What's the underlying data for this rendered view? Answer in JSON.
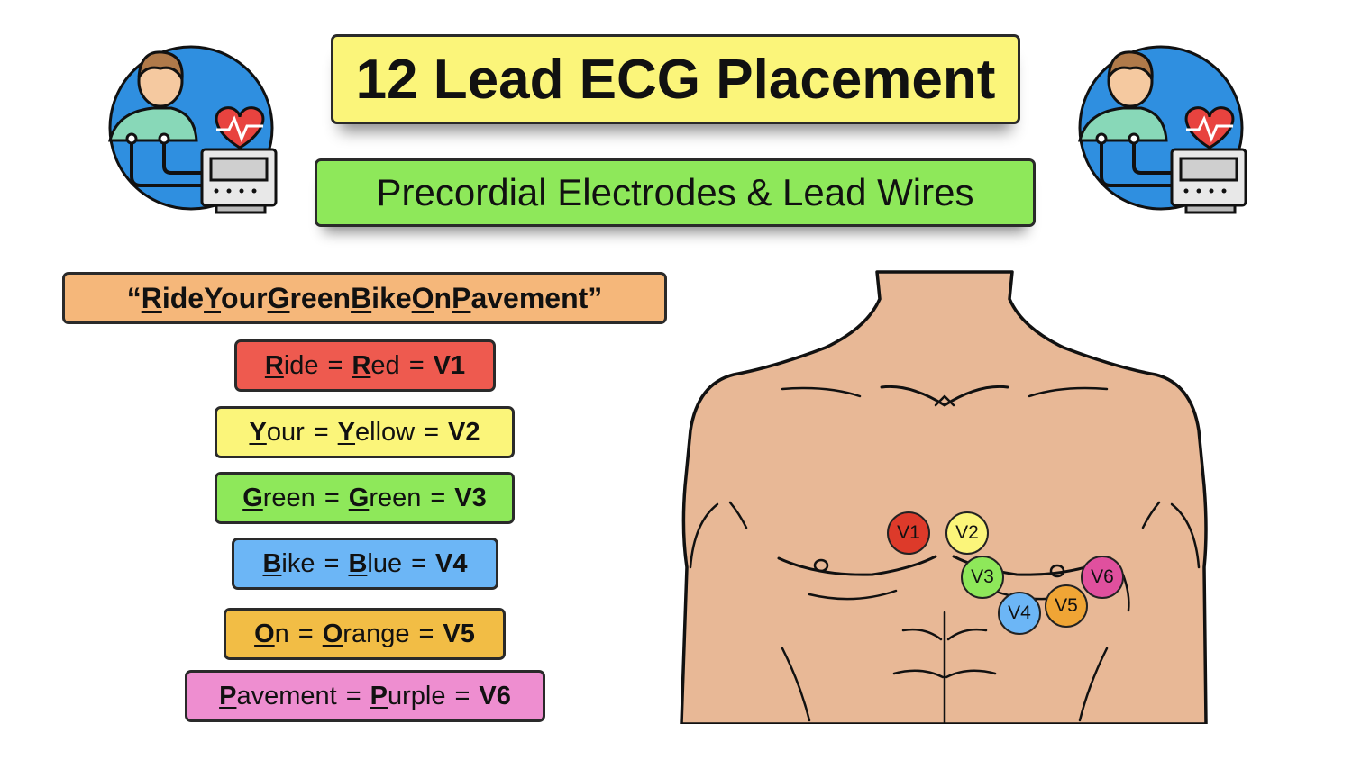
{
  "title": "12 Lead ECG Placement",
  "subtitle": "Precordial Electrodes & Lead Wires",
  "mnemonic": {
    "open_quote": "“",
    "close_quote": "”",
    "words": [
      {
        "first": "R",
        "rest": "ide"
      },
      {
        "first": "Y",
        "rest": "our"
      },
      {
        "first": "G",
        "rest": "reen"
      },
      {
        "first": "B",
        "rest": "ike"
      },
      {
        "first": "O",
        "rest": "n"
      },
      {
        "first": "P",
        "rest": "avement"
      }
    ]
  },
  "equals": "=",
  "rows": [
    {
      "word_first": "R",
      "word_rest": "ide",
      "color_first": "R",
      "color_rest": "ed",
      "lead": "V1",
      "bg": "#ee5a4f"
    },
    {
      "word_first": "Y",
      "word_rest": "our",
      "color_first": "Y",
      "color_rest": "ellow",
      "lead": "V2",
      "bg": "#fbf57a"
    },
    {
      "word_first": "G",
      "word_rest": "reen",
      "color_first": "G",
      "color_rest": "reen",
      "lead": "V3",
      "bg": "#8ee85a"
    },
    {
      "word_first": "B",
      "word_rest": "ike",
      "color_first": "B",
      "color_rest": "lue",
      "lead": "V4",
      "bg": "#6cb6f6"
    },
    {
      "word_first": "O",
      "word_rest": "n",
      "color_first": "O",
      "color_rest": "range",
      "lead": "V5",
      "bg": "#f2bd45"
    },
    {
      "word_first": "P",
      "word_rest": "avement",
      "color_first": "P",
      "color_rest": "urple",
      "lead": "V6",
      "bg": "#ee8ed0"
    }
  ],
  "electrodes": [
    {
      "label": "V1",
      "color": "#dd3a2a"
    },
    {
      "label": "V2",
      "color": "#fbf57a"
    },
    {
      "label": "V3",
      "color": "#8ee85a"
    },
    {
      "label": "V4",
      "color": "#6cb6f6"
    },
    {
      "label": "V5",
      "color": "#f0a535"
    },
    {
      "label": "V6",
      "color": "#e0509e"
    }
  ],
  "colors": {
    "title_bg": "#fbf57a",
    "subtitle_bg": "#8ee85a",
    "mnemonic_bg": "#f5b77a",
    "skin": "#e8b896",
    "icon_circle": "#2f8fe0",
    "icon_heart": "#e8433f"
  },
  "icons": [
    "patient-monitor-icon",
    "patient-monitor-icon"
  ]
}
